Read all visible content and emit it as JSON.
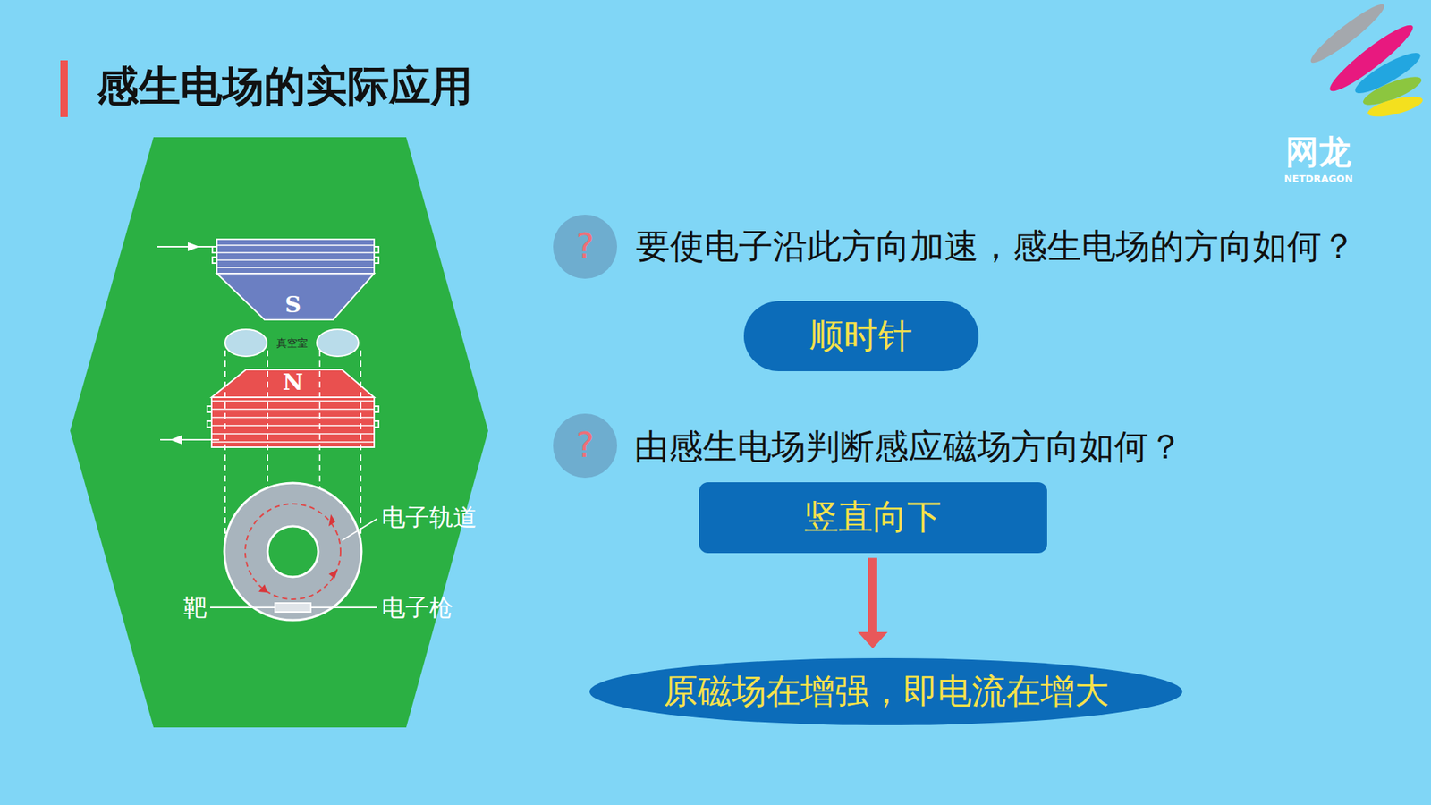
{
  "diagram": {
    "title": "感生电场的实际应用",
    "nodes": [
      {
        "text": [
          "?"
        ]
      },
      {
        "text": [
          "顺时针"
        ]
      },
      {
        "text": [
          "?"
        ]
      },
      {
        "text": [
          "竖直向下"
        ]
      },
      {
        "text": [
          "原磁场在增强，即电流在增大"
        ]
      }
    ],
    "edges": [
      {
        "from": 3,
        "to": 4,
        "arrow": "to"
      }
    ],
    "labels": [
      "网龙",
      "NETDRAGON",
      "S",
      "真空室",
      "N",
      "电子轨道",
      "靶",
      "电子枪",
      "要使电子沿此方向加速，感生电场的方向如何？",
      "由感生电场判断感应磁场方向如何？"
    ]
  }
}
